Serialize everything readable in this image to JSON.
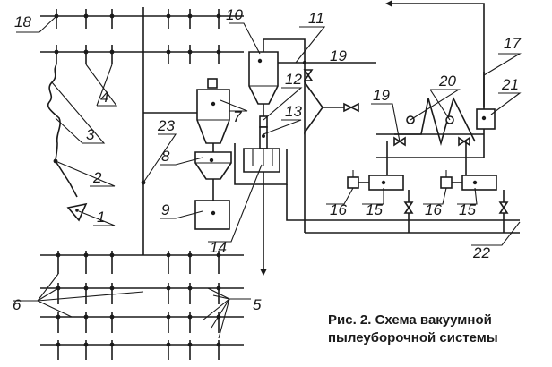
{
  "caption": {
    "line1": "Рис. 2. Схема вакуумной",
    "line2": "пылеуборочной системы"
  },
  "labels": {
    "n1": "1",
    "n2": "2",
    "n3": "3",
    "n4": "4",
    "n5": "5",
    "n6": "6",
    "n7": "7",
    "n8": "8",
    "n9": "9",
    "n10": "10",
    "n11": "11",
    "n12": "12",
    "n13": "13",
    "n14": "14",
    "n15a": "15",
    "n15b": "15",
    "n16a": "16",
    "n16b": "16",
    "n17": "17",
    "n18": "18",
    "n19a": "19",
    "n19b": "19",
    "n20": "20",
    "n21": "21",
    "n22": "22",
    "n23": "23"
  }
}
